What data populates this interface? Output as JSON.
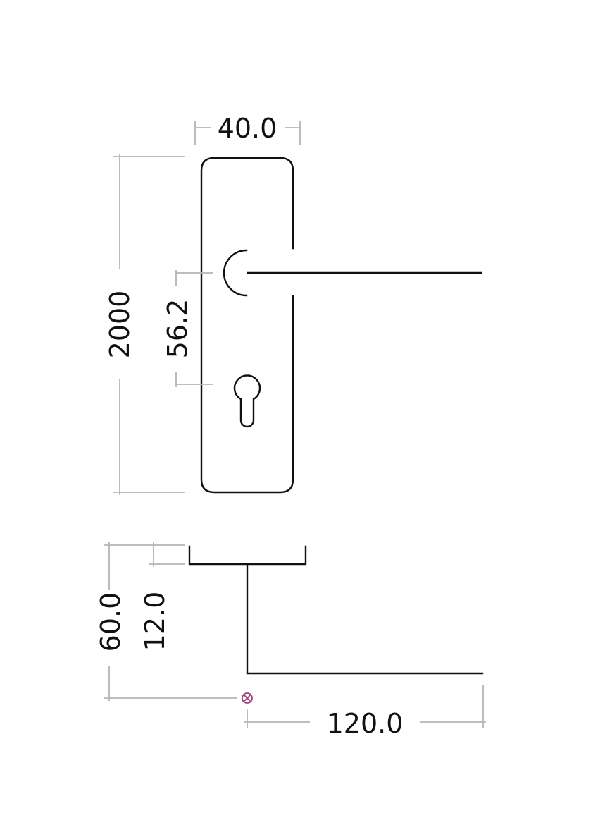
{
  "dimensions": {
    "plate_width": "40.0",
    "plate_height": "2000",
    "lever_to_keyhole": "56.2",
    "total_projection": "60.0",
    "rose_thickness": "12.0",
    "lever_length": "120.0"
  },
  "colors": {
    "outline": "#111111",
    "dimension_line": "#b5b5b5",
    "origin_marker": "#a0407a"
  },
  "icons": {
    "origin": "circled-x-marker"
  }
}
